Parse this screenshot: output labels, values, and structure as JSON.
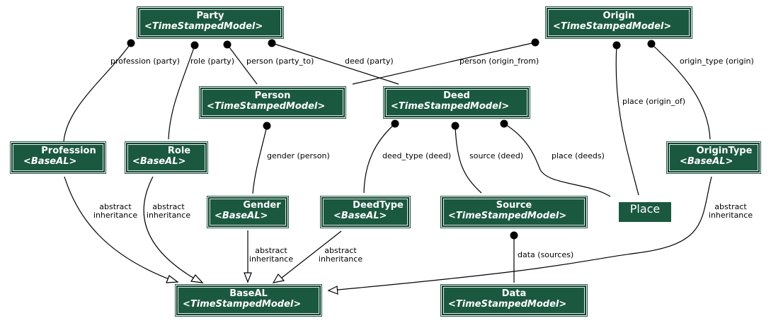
{
  "colors": {
    "node_fill": "#1b5840",
    "node_text": "#ffffff",
    "edge": "#000000",
    "background": "#ffffff"
  },
  "nodes": {
    "party": {
      "title": "Party",
      "stereotype": "<TimeStampedModel>"
    },
    "origin": {
      "title": "Origin",
      "stereotype": "<TimeStampedModel>"
    },
    "person": {
      "title": "Person",
      "stereotype": "<TimeStampedModel>"
    },
    "deed": {
      "title": "Deed",
      "stereotype": "<TimeStampedModel>"
    },
    "profession": {
      "title": "Profession",
      "stereotype": "<BaseAL>"
    },
    "role": {
      "title": "Role",
      "stereotype": "<BaseAL>"
    },
    "origintype": {
      "title": "OriginType",
      "stereotype": "<BaseAL>"
    },
    "gender": {
      "title": "Gender",
      "stereotype": "<BaseAL>"
    },
    "deedtype": {
      "title": "DeedType",
      "stereotype": "<BaseAL>"
    },
    "source": {
      "title": "Source",
      "stereotype": "<TimeStampedModel>"
    },
    "place": {
      "title": "Place"
    },
    "baseal": {
      "title": "BaseAL",
      "stereotype": "<TimeStampedModel>"
    },
    "data": {
      "title": "Data",
      "stereotype": "<TimeStampedModel>"
    }
  },
  "edge_labels": {
    "profession_party": "profession (party)",
    "role_party": "role (party)",
    "person_party_to": "person (party_to)",
    "deed_party": "deed (party)",
    "person_origin_from": "person (origin_from)",
    "origin_type_origin": "origin_type (origin)",
    "place_origin_of": "place (origin_of)",
    "gender_person": "gender (person)",
    "deed_type_deed": "deed_type (deed)",
    "source_deed": "source (deed)",
    "place_deeds": "place (deeds)",
    "data_sources": "data (sources)",
    "inherit_profession": [
      "abstract",
      "inheritance"
    ],
    "inherit_role": [
      "abstract",
      "inheritance"
    ],
    "inherit_gender": [
      "abstract",
      "inheritance"
    ],
    "inherit_deedtype": [
      "abstract",
      "inheritance"
    ],
    "inherit_origintype": [
      "abstract",
      "inheritance"
    ]
  }
}
